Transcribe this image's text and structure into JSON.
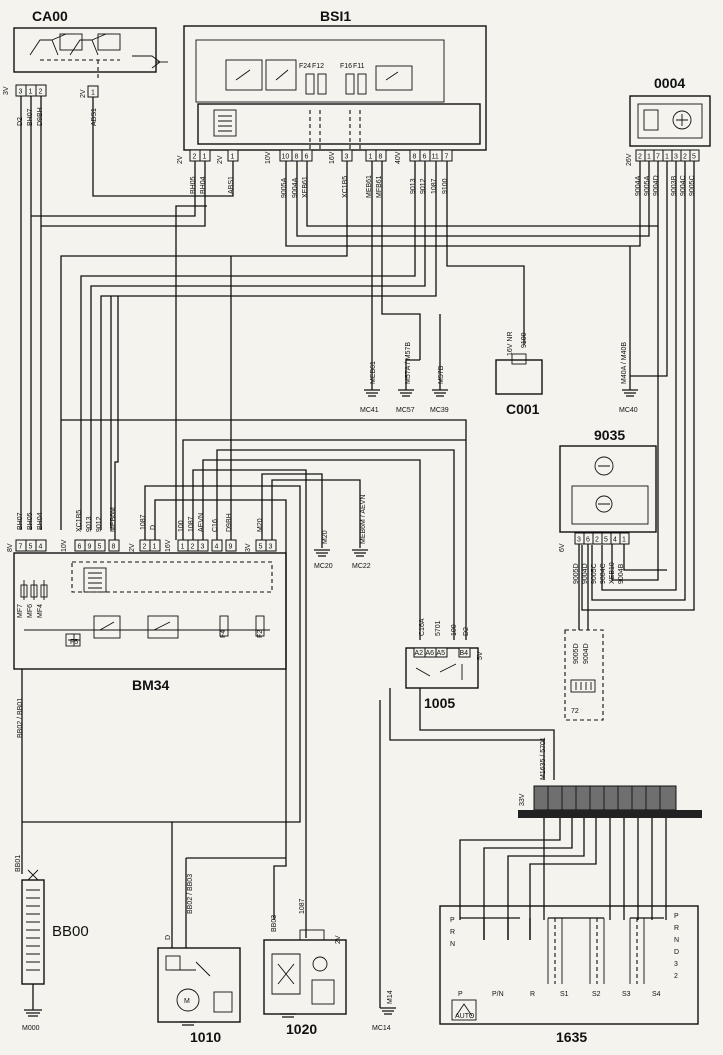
{
  "components": {
    "ca00": "CA00",
    "bsi1": "BSI1",
    "c0004": "0004",
    "c001": "C001",
    "c9035": "9035",
    "bm34": "BM34",
    "c1005": "1005",
    "bb00": "BB00",
    "m000": "M000",
    "c1010": "1010",
    "c1020": "1020",
    "c1635": "1635"
  },
  "grounds": {
    "mc41": "MC41",
    "mc57": "MC57",
    "mc39": "MC39",
    "mc40": "MC40",
    "mc20": "MC20",
    "mc22": "MC22",
    "mc14": "MC14"
  },
  "connectors": {
    "ca00_head": "3V",
    "ca00_pins": [
      "3",
      "1",
      "2"
    ],
    "ca00_pin2": "1",
    "ca00_pin2_head": "2V",
    "bsi_head_a": "2V",
    "bsi_pins_a": [
      "2",
      "1"
    ],
    "bsi_head_b": "2V",
    "bsi_pins_b": [
      "1"
    ],
    "bsi_head_c": "10V",
    "bsi_pins_c": [
      "10",
      "8",
      "6"
    ],
    "bsi_head_d": "16V",
    "bsi_pins_d": [
      "3",
      "1",
      "8"
    ],
    "bsi_head_e": "40V",
    "bsi_pins_e": [
      "8",
      "6",
      "11",
      "7"
    ],
    "c0004_head": "26V",
    "c0004_pins": [
      "2",
      "1",
      "7",
      "1",
      "3",
      "2",
      "5"
    ],
    "c001_head": "16V NR",
    "c001_pin": "9100",
    "c9035_head": "6V",
    "c9035_pins": [
      "3",
      "6",
      "2",
      "5",
      "4",
      "1"
    ],
    "bm34_head_a": "8V",
    "bm34_pins_a": [
      "7",
      "5",
      "4"
    ],
    "bm34_head_b": "10V",
    "bm34_pins_b": [
      "6",
      "9",
      "5",
      "8"
    ],
    "bm34_head_c": "2V",
    "bm34_pins_c": [
      "2",
      "1"
    ],
    "bm34_head_d": "16V",
    "bm34_pins_d": [
      "1",
      "2",
      "3",
      "4",
      "9"
    ],
    "bm34_head_e": "3V",
    "bm34_pins_e": [
      "5",
      "3"
    ],
    "c1005_head": "5V",
    "c1005_pins": [
      "A2",
      "A6",
      "A5",
      "B4"
    ],
    "c1635_head": "33V",
    "c1635_sub": "72"
  },
  "wires": {
    "ca00_d2": "D2",
    "ca00_bh07": "BH07",
    "ca00_d9b": "D9BH",
    "ca00_abs1": "ABS1",
    "bsi_bh05": "BH05",
    "bsi_bh04": "BH04",
    "bsi_abs1": "ABS1",
    "bsi_9005a": "9005A",
    "bsi_9004a": "9004A",
    "bsi_xeb61": "XEB61",
    "bsi_xc1b5": "XC1B5",
    "bsi_meb61": "MEB61",
    "bsi_mfb61": "MFB61",
    "bsi_9013": "9013",
    "bsi_9012": "9012",
    "bsi_1087": "1087",
    "bsi_9100": "9100",
    "c0004_9004a": "9004A",
    "c0004_9005a": "9005A",
    "c0004_9004d": "9004D",
    "c0004_9003b": "9003B",
    "c0004_9004c": "9004C",
    "c0004_9005c": "9005C",
    "mc41_wire": "MEB61",
    "mc57_wire": "M57A / M57B",
    "mc39_wire": "M57B",
    "mc40_wire": "M40A / M40B",
    "c9035_9005d": "9005D",
    "c9035_9004d": "9004D",
    "c9035_9005c": "9005C",
    "c9035_9004c": "9004C",
    "c9035_xeb10": "XEB10",
    "c9035_9004b": "9004B",
    "c1635_9005d": "9005D",
    "c1635_9004d": "9004D",
    "bm34_bh07": "BH07",
    "bm34_bh05": "BH05",
    "bm34_bh04": "BH04",
    "bm34_xc1b5": "XC1B5",
    "bm34_9013": "9013",
    "bm34_9012": "9012",
    "bm34_meb6m": "MEB6M",
    "bm34_1087": "1087",
    "bm34_d": "D",
    "bm34_100": "100",
    "bm34_1087b": "1087",
    "bm34_aevn": "AEVN",
    "bm34_c16": "C16",
    "bm34_d9bh": "D9BH",
    "bm34_m20": "M20",
    "mc20_wire": "M20",
    "mc22_wire": "MEB6M / AEVN",
    "bm34_mf7": "MF7",
    "bm34_mf6": "MF6",
    "bm34_mf4": "MF4",
    "bm34_f2": "F2",
    "bm34_f4": "F4",
    "bm34_f5": "F5",
    "bm34_bb02": "BB02 / BB01",
    "c1005_c16a": "C16A",
    "c1005_5701": "5701",
    "c1005_100": "100",
    "c1005_d2": "D2",
    "bb00_bb01": "BB01",
    "c1010_d": "D",
    "c1010_bb02": "BB02 / BB03",
    "c1020_bb03": "BB03",
    "c1020_1087": "1087",
    "c1020_2v": "2V",
    "mc14_wire": "M14",
    "c1635_wires": "M1635 / 5701",
    "bsi_f24": "F24",
    "bsi_f12": "F12",
    "bsi_f16": "F16",
    "bsi_f11": "F11"
  },
  "selector": {
    "left_letters": [
      "P",
      "R",
      "N"
    ],
    "right_letters": [
      "P",
      "R",
      "N",
      "D",
      "3",
      "2"
    ],
    "bottom_labels": [
      "P",
      "P/N",
      "R",
      "S1",
      "S2",
      "S3",
      "S4"
    ],
    "auto_badge": "AUTO"
  }
}
